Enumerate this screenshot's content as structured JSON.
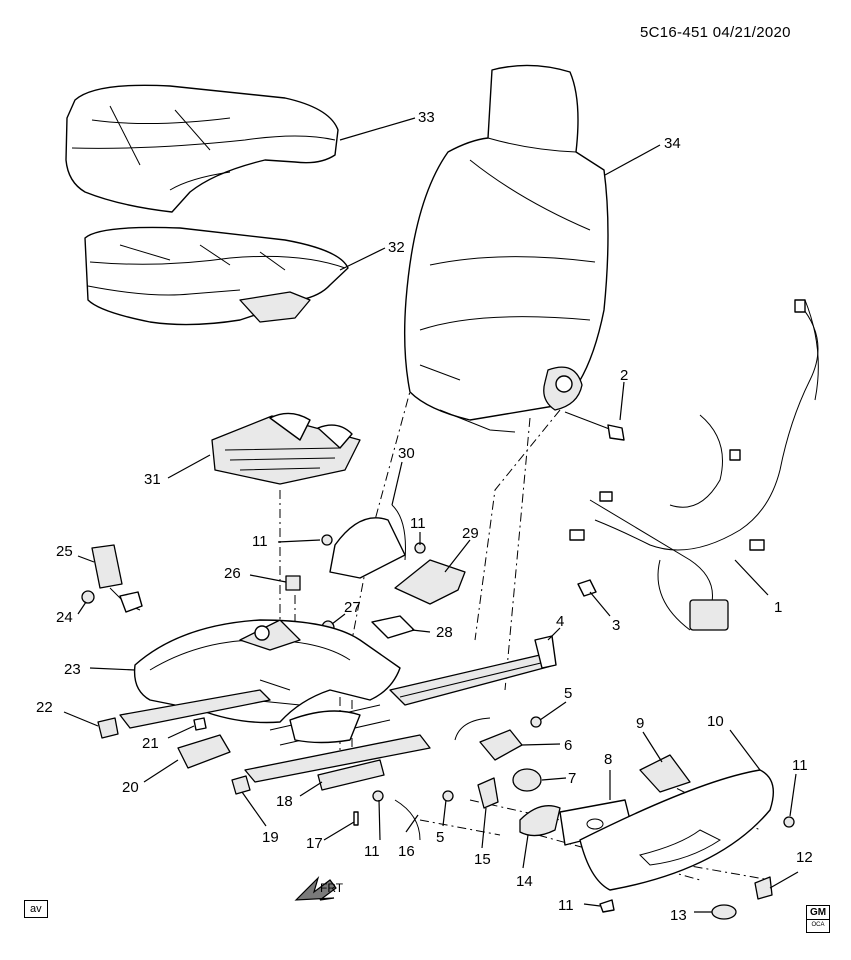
{
  "header": {
    "reference": "5C16-451 04/21/2020"
  },
  "footer": {
    "view_tag": "av",
    "logo_top": "GM",
    "logo_bottom": "OCA",
    "front_arrow": "FRT"
  },
  "callouts": [
    {
      "id": "c1",
      "label": "1"
    },
    {
      "id": "c2",
      "label": "2"
    },
    {
      "id": "c3",
      "label": "3"
    },
    {
      "id": "c4",
      "label": "4"
    },
    {
      "id": "c5a",
      "label": "5"
    },
    {
      "id": "c5b",
      "label": "5"
    },
    {
      "id": "c6",
      "label": "6"
    },
    {
      "id": "c7",
      "label": "7"
    },
    {
      "id": "c8",
      "label": "8"
    },
    {
      "id": "c9",
      "label": "9"
    },
    {
      "id": "c10",
      "label": "10"
    },
    {
      "id": "c11a",
      "label": "11"
    },
    {
      "id": "c11b",
      "label": "11"
    },
    {
      "id": "c11c",
      "label": "11"
    },
    {
      "id": "c11d",
      "label": "11"
    },
    {
      "id": "c11e",
      "label": "11"
    },
    {
      "id": "c12",
      "label": "12"
    },
    {
      "id": "c13",
      "label": "13"
    },
    {
      "id": "c14",
      "label": "14"
    },
    {
      "id": "c15",
      "label": "15"
    },
    {
      "id": "c16",
      "label": "16"
    },
    {
      "id": "c17",
      "label": "17"
    },
    {
      "id": "c18",
      "label": "18"
    },
    {
      "id": "c19",
      "label": "19"
    },
    {
      "id": "c20",
      "label": "20"
    },
    {
      "id": "c21",
      "label": "21"
    },
    {
      "id": "c22",
      "label": "22"
    },
    {
      "id": "c23",
      "label": "23"
    },
    {
      "id": "c24",
      "label": "24"
    },
    {
      "id": "c25",
      "label": "25"
    },
    {
      "id": "c26",
      "label": "26"
    },
    {
      "id": "c27",
      "label": "27"
    },
    {
      "id": "c28",
      "label": "28"
    },
    {
      "id": "c29",
      "label": "29"
    },
    {
      "id": "c30",
      "label": "30"
    },
    {
      "id": "c31",
      "label": "31"
    },
    {
      "id": "c32",
      "label": "32"
    },
    {
      "id": "c33",
      "label": "33"
    },
    {
      "id": "c34",
      "label": "34"
    }
  ]
}
